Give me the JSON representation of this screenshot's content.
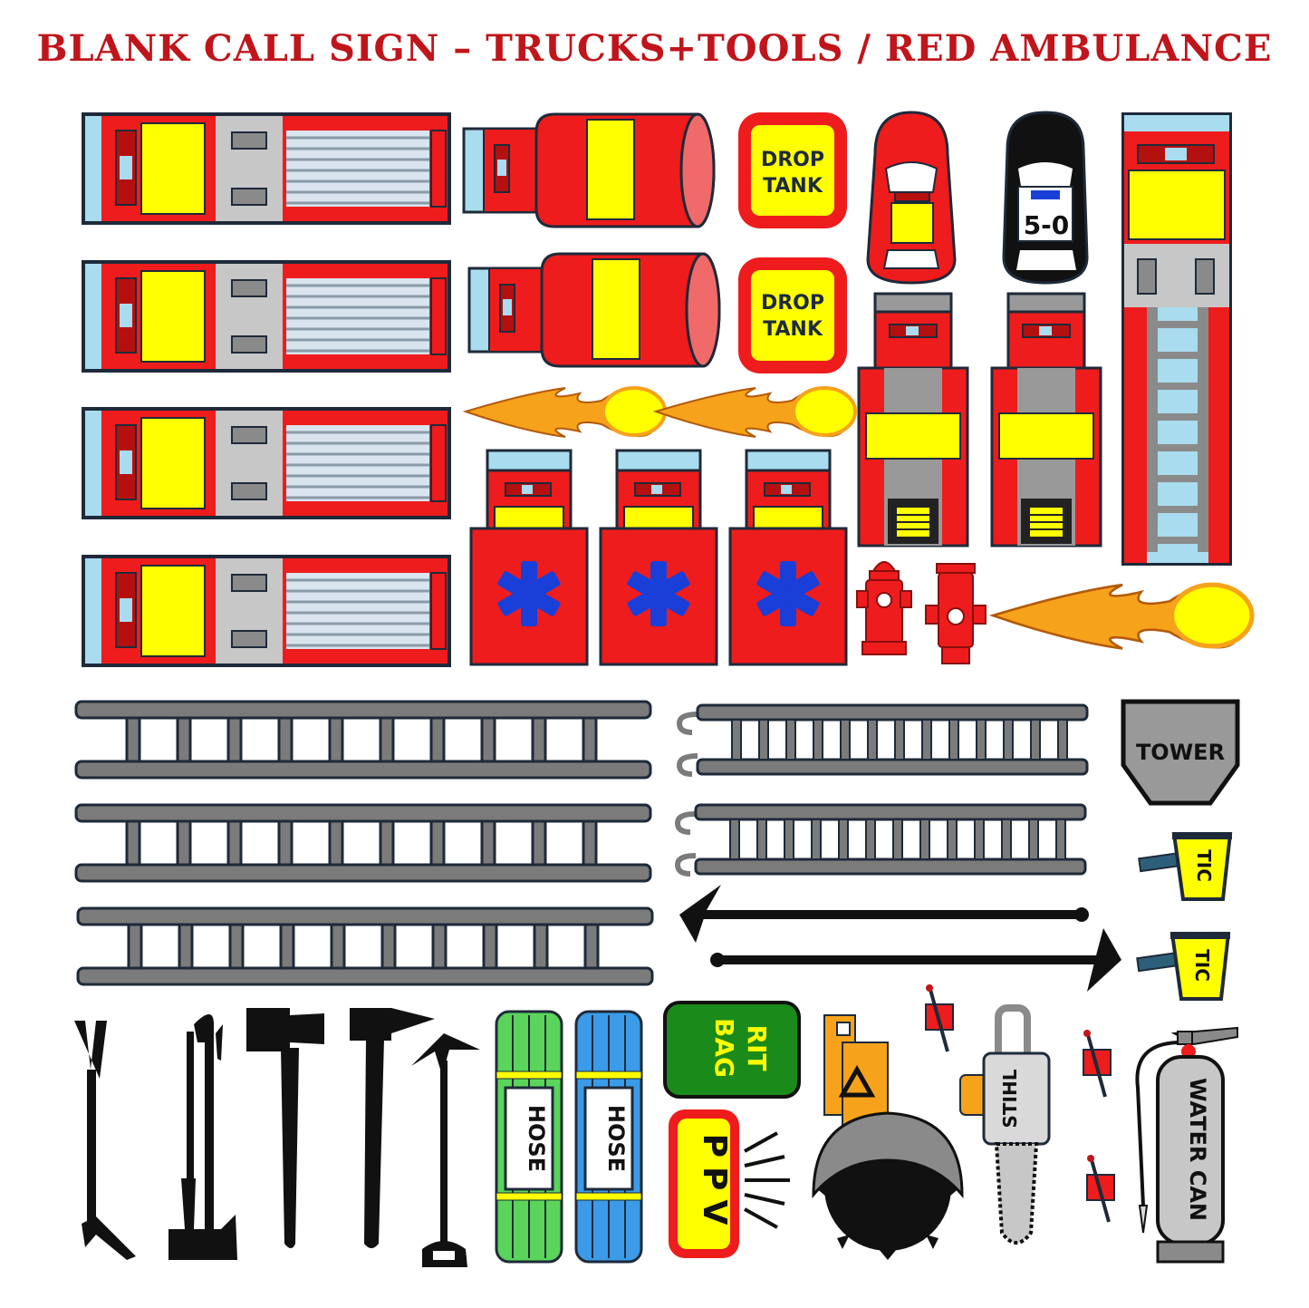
{
  "title": "BLANK CALL SIGN – TRUCKS+TOOLS / RED AMBULANCE",
  "labels": {
    "drop_tank_1": "DROP",
    "drop_tank_2": "TANK",
    "police": "5-0",
    "tower": "TOWER",
    "tic": "TIC",
    "rit_bag_1": "RIT",
    "rit_bag_2": "BAG",
    "hose": "HOSE",
    "ppv": "PPV",
    "stihl": "STIHL",
    "water_can": "WATER CAN"
  },
  "colors": {
    "title": "#c0151b",
    "engine_red": "#ee1c1c",
    "yellow": "#ffff00",
    "light_blue": "#a9dcef",
    "star_of_life": "#1a3fd8",
    "ladder_grey": "#7b7b7b",
    "hose_green": "#5ad45a",
    "hose_blue": "#3b9be8",
    "rit_bag_green": "#1a8a1a",
    "orange": "#f7a21b"
  }
}
